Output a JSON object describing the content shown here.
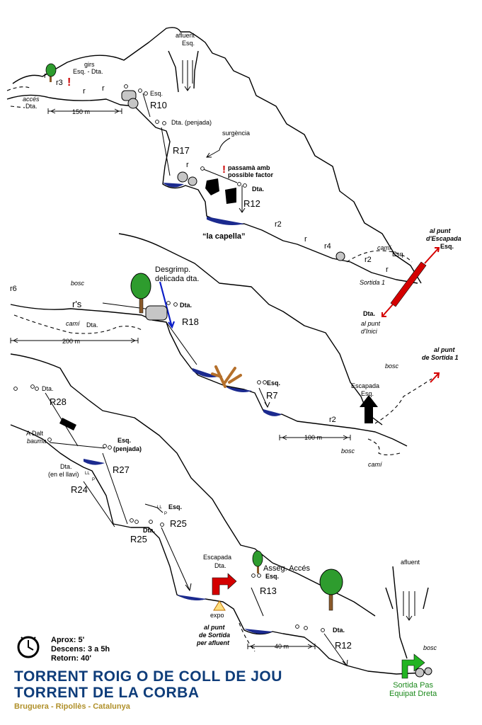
{
  "title": {
    "line1": "TORRENT ROIG O DE COLL DE JOU",
    "line2": "TORRENT DE LA CORBA",
    "location": "Bruguera - Ripollès - Catalunya"
  },
  "times": {
    "approach": "Aprox: 5'",
    "descent": "Descens: 3 a 5h",
    "return": "Retorn: 40'"
  },
  "labels": {
    "afluent_top": "afluent",
    "esq_top": "Esq.",
    "girs": "girs",
    "girs_dir": "Esq. - Dta.",
    "r3": "r3",
    "r_small": "r",
    "acces": "accés",
    "acces_dir": "Dta.",
    "dist_150": "150 m",
    "esq_r10": "Esq.",
    "r10": "R10",
    "dta_penjada": "Dta. (penjada)",
    "surgencia": "surgència",
    "r17": "R17",
    "passama1": "passamà amb",
    "passama2": "possible factor",
    "dta_r12": "Dta.",
    "r12_top": "R12",
    "la_capella": "“la capella”",
    "r2_top": "r2",
    "r4": "r4",
    "cami_top": "camí",
    "esq_cami": "Esq.",
    "r2_mid": "r2",
    "r_mid": "r",
    "sortida1": "Sortida 1",
    "al_punt_escapada": "al punt",
    "d_escapada": "d'Escapada",
    "esq_escapada": "Esq.",
    "dta_inici": "Dta.",
    "al_punt_inici": "al punt",
    "d_inici": "d'Inici",
    "r6": "r6",
    "bosc1": "bosc",
    "desgrimp1": "Desgrimp.",
    "desgrimp2": "delicada dta.",
    "rs": "r's",
    "dta_r18": "Dta.",
    "r18": "R18",
    "cami_mid": "camí",
    "dta_cami": "Dta.",
    "dist_200": "200 m",
    "bosc2": "bosc",
    "al_punt_sortida": "al punt",
    "de_sortida1": "de Sortida 1",
    "esq_r7": "Esq.",
    "r7": "R7",
    "escapada": "Escapada",
    "escapada_esq": "Esq.",
    "r2_low": "r2",
    "dist_100": "100 m",
    "bosc3": "bosc",
    "cami_low": "camí",
    "dta_r28": "Dta.",
    "r28": "R28",
    "a_dalt": "A Dalt",
    "bauma": "bauma",
    "esq_penjada": "Esq.",
    "penjada": "(penjada)",
    "r27": "R27",
    "dta_llavi1": "Dta.",
    "dta_llavi2": "(en el llavi)",
    "ll1": "LL",
    "p1": "P",
    "r24": "R24",
    "ll2": "LL",
    "p2": "P",
    "esq_r25": "Esq.",
    "r25a": "R25",
    "dta_r25": "Dta.",
    "r25b": "R25",
    "escapada_dta1": "Escapada",
    "escapada_dta2": "Dta.",
    "expo": "expo",
    "asseg_acces": "Asseg. Accés",
    "esq_r13": "Esq.",
    "r13": "R13",
    "afluent_low": "afluent",
    "al_punt_sort2_1": "al punt",
    "al_punt_sort2_2": "de Sortida",
    "al_punt_sort2_3": "per afluent",
    "dist_40": "40 m",
    "dta_r12b": "Dta.",
    "r12_low": "R12",
    "bosc4": "bosc",
    "sortida_pas1": "Sortida Pas",
    "sortida_pas2": "Equipat Dreta"
  },
  "colors": {
    "water": "#1b2a8f",
    "title": "#0f3d7a",
    "location": "#b0902a",
    "exit_sign": "#22b422",
    "escapada_sign": "#d40000",
    "warning": "#cc0000"
  }
}
